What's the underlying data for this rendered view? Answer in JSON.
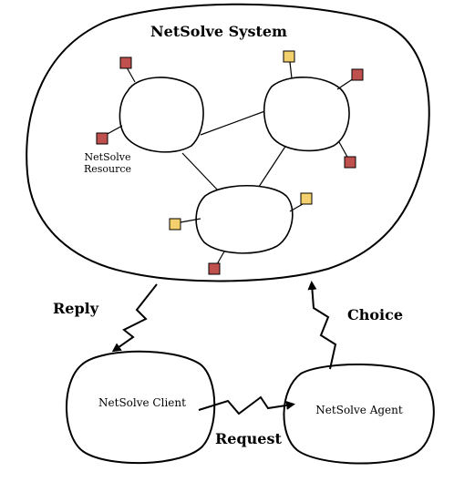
{
  "system": {
    "title": "NetSolve System",
    "resource_label_line1": "NetSolve",
    "resource_label_line2": "Resource"
  },
  "nodes": {
    "client": "NetSolve Client",
    "agent": "NetSolve Agent"
  },
  "arrows": {
    "reply": "Reply",
    "choice": "Choice",
    "request": "Request"
  },
  "colors": {
    "red_square": "#c0504d",
    "yellow_square": "#f2d06b",
    "stroke": "#000000"
  }
}
